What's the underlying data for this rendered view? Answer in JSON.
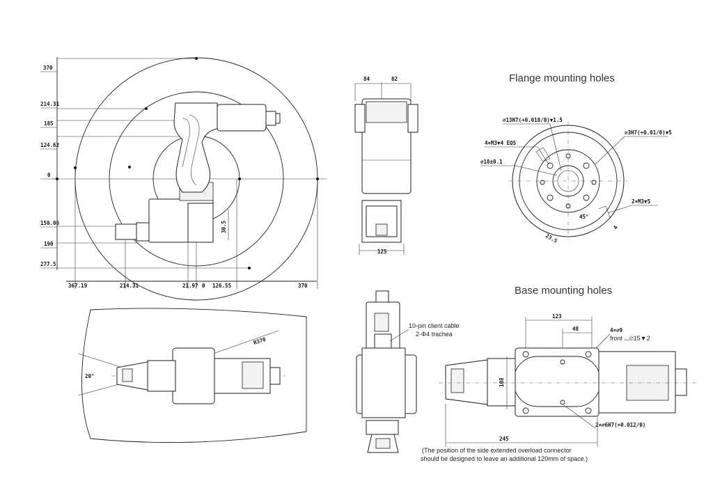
{
  "headings": {
    "flange": "Flange mounting holes",
    "base": "Base mounting holes"
  },
  "side_view": {
    "y_dims": [
      "370",
      "214.31",
      "185",
      "124.62",
      "0",
      "150.06",
      "190",
      "277.5"
    ],
    "x_dims": [
      "367.19",
      "214.31",
      "21.97",
      "0",
      "126.55",
      "370"
    ],
    "vertical_dim": "30.5"
  },
  "front_view": {
    "top_dims": [
      "84",
      "82"
    ],
    "bottom_dim": "125"
  },
  "flange": {
    "callouts": [
      "⌀13H7(+0.018/0)▼1.5",
      "4×M3▼4 EQS",
      "⌀18±0.1",
      "⌀3H7(+0.01/0)▼5",
      "2×M3▼5"
    ],
    "angle": "45°",
    "dims": [
      "23.5",
      "4"
    ]
  },
  "top_view": {
    "radius": "R370",
    "angle": "20°"
  },
  "base": {
    "dims": [
      "123",
      "48",
      "108",
      "245"
    ],
    "callouts": [
      "4×⌀9",
      "front ⌴⌀15▼2",
      "2×⌀6H7(+0.012/0)"
    ],
    "cable_label": "10-pin client cable",
    "trachea_label": "2-Φ4 trachea",
    "note_line1": "(The position of the side extended overload connector",
    "note_line2": "should be designed to leave an additional 120mm of space.)"
  }
}
